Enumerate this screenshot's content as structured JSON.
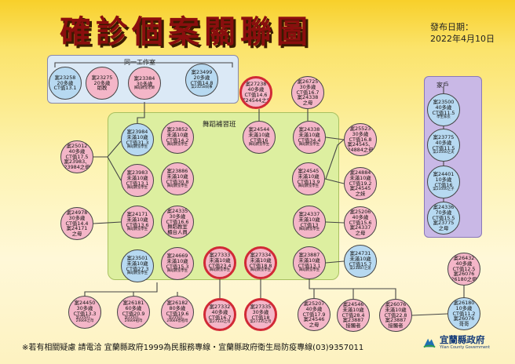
{
  "header": {
    "title": "確診個案關聯圖",
    "publish_label": "發布日期：",
    "publish_date": "2022年4月10日"
  },
  "groups": {
    "studio": "同一工作室",
    "household": "家戶",
    "class": "舞蹈補習班"
  },
  "footer": {
    "notice": "※若有相關疑慮 請電洽 宜蘭縣政府1999為民服務專線・宜蘭縣政府衛生局防疫專線(03)9357011"
  },
  "logo": {
    "name": "宜蘭縣政府",
    "en": "Yilan County Government"
  },
  "nodes": [
    {
      "id": "n23258",
      "color": "blue",
      "lines": [
        "案23258",
        "20多歲",
        "CT值13.1"
      ]
    },
    {
      "id": "n23275",
      "color": "pink",
      "lines": [
        "案23275",
        "20多歲",
        "助教"
      ]
    },
    {
      "id": "n23384",
      "color": "pink",
      "lines": [
        "案23384",
        "30多歲",
        "舞蹈教室老師"
      ],
      "small": [
        2
      ]
    },
    {
      "id": "n23499",
      "color": "blue",
      "lines": [
        "案23499",
        "20多歲",
        "CT值14.8",
        "案23258同事"
      ],
      "small": [
        3
      ]
    },
    {
      "id": "n27238",
      "color": "pink",
      "hl": true,
      "lines": [
        "案27238",
        "40多歲",
        "CT值14.6",
        "案24544之父"
      ]
    },
    {
      "id": "n26725",
      "color": "pink",
      "lines": [
        "案26725",
        "30多歲",
        "CT值16.7",
        "案24338",
        "之母"
      ]
    },
    {
      "id": "n23500",
      "color": "blue",
      "lines": [
        "案23500",
        "40多歲",
        "CT值11.5",
        "學生家長"
      ],
      "small": [
        3
      ]
    },
    {
      "id": "n23984",
      "color": "blue",
      "lines": [
        "案23984",
        "未滿10歲",
        "CT值31.3",
        "舞蹈教室學生"
      ],
      "small": [
        3
      ]
    },
    {
      "id": "n23852",
      "color": "pink",
      "lines": [
        "案23852",
        "未滿10歲",
        "CT值14.2",
        "舞蹈教室學生"
      ],
      "small": [
        3
      ]
    },
    {
      "id": "n24544",
      "color": "pink",
      "lines": [
        "案24544",
        "未滿10歲",
        "CT值16",
        "舞蹈教室學生"
      ],
      "small": [
        3
      ]
    },
    {
      "id": "n24338",
      "color": "pink",
      "lines": [
        "案24338",
        "未滿10歲",
        "CT值34.4",
        "舞蹈教室學生"
      ],
      "small": [
        3
      ]
    },
    {
      "id": "n25523",
      "color": "pink",
      "lines": [
        "案25523",
        "30多歲",
        "CT值16.8",
        "案24545、",
        "24884之母"
      ]
    },
    {
      "id": "n23775",
      "color": "blue",
      "lines": [
        "案23775",
        "40多歲",
        "CT值11.5",
        "案23500之夫"
      ],
      "small": [
        3
      ]
    },
    {
      "id": "n25012",
      "color": "pink",
      "lines": [
        "案25012",
        "40多歲",
        "CT值17.5",
        "案23983、",
        "23984之母"
      ]
    },
    {
      "id": "n23983",
      "color": "pink",
      "lines": [
        "案23983",
        "未滿10歲",
        "CT值13.1",
        "舞蹈教室學生"
      ],
      "small": [
        3
      ]
    },
    {
      "id": "n23886",
      "color": "pink",
      "lines": [
        "案23886",
        "未滿10歲",
        "CT值30.8",
        "舞蹈教室學生"
      ],
      "small": [
        3
      ]
    },
    {
      "id": "n24545",
      "color": "pink",
      "lines": [
        "案24545",
        "未滿10歲",
        "CT值13.9",
        "舞蹈教室學生"
      ],
      "small": [
        3
      ]
    },
    {
      "id": "n24884",
      "color": "pink",
      "lines": [
        "案24884",
        "未滿10歲",
        "CT值19.2",
        "案24545",
        "之妹"
      ]
    },
    {
      "id": "n24401",
      "color": "blue",
      "lines": [
        "案24401",
        "10多歲",
        "CT值16",
        "案23500之子"
      ],
      "small": [
        3
      ]
    },
    {
      "id": "n24978",
      "color": "pink",
      "lines": [
        "案24978",
        "30多歲",
        "CT值14.4",
        "案24171",
        "之母"
      ]
    },
    {
      "id": "n24171",
      "color": "pink",
      "lines": [
        "案24171",
        "未滿10歲",
        "CT值13.6",
        "舞蹈教室學生"
      ],
      "small": [
        3
      ]
    },
    {
      "id": "n24335",
      "color": "pink",
      "lines": [
        "案24335",
        "30多歲",
        "CT值16.6",
        "舞蹈教室",
        "櫃台人員"
      ]
    },
    {
      "id": "n24337",
      "color": "pink",
      "lines": [
        "案24337",
        "未滿10歲",
        "CT值13",
        "舞蹈教室學生"
      ],
      "small": [
        3
      ]
    },
    {
      "id": "n25206",
      "color": "pink",
      "lines": [
        "案25206",
        "40多歲",
        "CT值15.6",
        "案24337",
        "之母"
      ]
    },
    {
      "id": "n24336",
      "color": "blue",
      "lines": [
        "案24336",
        "70多歲",
        "CT值15.5",
        "案23775",
        "之母"
      ]
    },
    {
      "id": "n23501",
      "color": "blue",
      "lines": [
        "案23501",
        "未滿10歲",
        "CT值27.3",
        "舞蹈教室學生"
      ],
      "small": [
        3
      ]
    },
    {
      "id": "n24669",
      "color": "pink",
      "lines": [
        "案24669",
        "未滿10歲",
        "CT值15.3",
        "舞蹈教室學生"
      ],
      "small": [
        3
      ]
    },
    {
      "id": "n27333",
      "color": "pink",
      "hl": true,
      "lines": [
        "案27333",
        "未滿10歲",
        "CT值23.4",
        "舞蹈教室學生"
      ],
      "small": [
        3
      ]
    },
    {
      "id": "n27334",
      "color": "pink",
      "hl": true,
      "lines": [
        "案27334",
        "未滿10歲",
        "CT值18.8",
        "舞蹈教室學生"
      ],
      "small": [
        3
      ]
    },
    {
      "id": "n23887",
      "color": "pink",
      "lines": [
        "案23887",
        "未滿10歲",
        "CT值13.1",
        "舞蹈教室學生"
      ],
      "small": [
        3
      ]
    },
    {
      "id": "n24731",
      "color": "blue",
      "lines": [
        "案24731",
        "未滿10歲",
        "CT值15.7",
        "案23887之弟"
      ],
      "small": [
        3
      ]
    },
    {
      "id": "n26432",
      "color": "pink",
      "lines": [
        "案26432",
        "40多歲",
        "CT值12.5",
        "案26076",
        "26180之母"
      ]
    },
    {
      "id": "n24450",
      "color": "pink",
      "lines": [
        "案24450",
        "30多歲",
        "CT值13.3",
        "案23501、",
        "24669之母"
      ],
      "small": [
        3,
        4
      ]
    },
    {
      "id": "n26181",
      "color": "pink",
      "lines": [
        "案26181",
        "60多歲",
        "CT值20.9",
        "案23501、",
        "24669祖母"
      ],
      "small": [
        3,
        4
      ]
    },
    {
      "id": "n26182",
      "color": "pink",
      "lines": [
        "案26182",
        "80多歲",
        "CT值19.6",
        "案23501、",
        "24669曾祖母"
      ],
      "small": [
        3,
        4
      ]
    },
    {
      "id": "n27332",
      "color": "pink",
      "hl": true,
      "lines": [
        "案27332",
        "40多歲",
        "CT值16.7",
        "案27333之母"
      ],
      "small": [
        3
      ]
    },
    {
      "id": "n27335",
      "color": "pink",
      "hl": true,
      "lines": [
        "案27335",
        "30多歲",
        "CT值18",
        "案27335之母"
      ],
      "small": [
        3
      ]
    },
    {
      "id": "n25207",
      "color": "pink",
      "lines": [
        "案25207",
        "40多歲",
        "CT值17.9",
        "案24546",
        "之母"
      ]
    },
    {
      "id": "n24546",
      "color": "pink",
      "lines": [
        "案24546",
        "未滿10歲",
        "CT值28.4",
        "案23887",
        "接觸者"
      ]
    },
    {
      "id": "n26076",
      "color": "pink",
      "lines": [
        "案26076",
        "未滿10歲",
        "CT值22.8",
        "案23887",
        "接觸者"
      ]
    },
    {
      "id": "n26180",
      "color": "blue",
      "lines": [
        "案26180",
        "10多歲",
        "CT值11.2",
        "案26076",
        "哥哥"
      ]
    }
  ]
}
